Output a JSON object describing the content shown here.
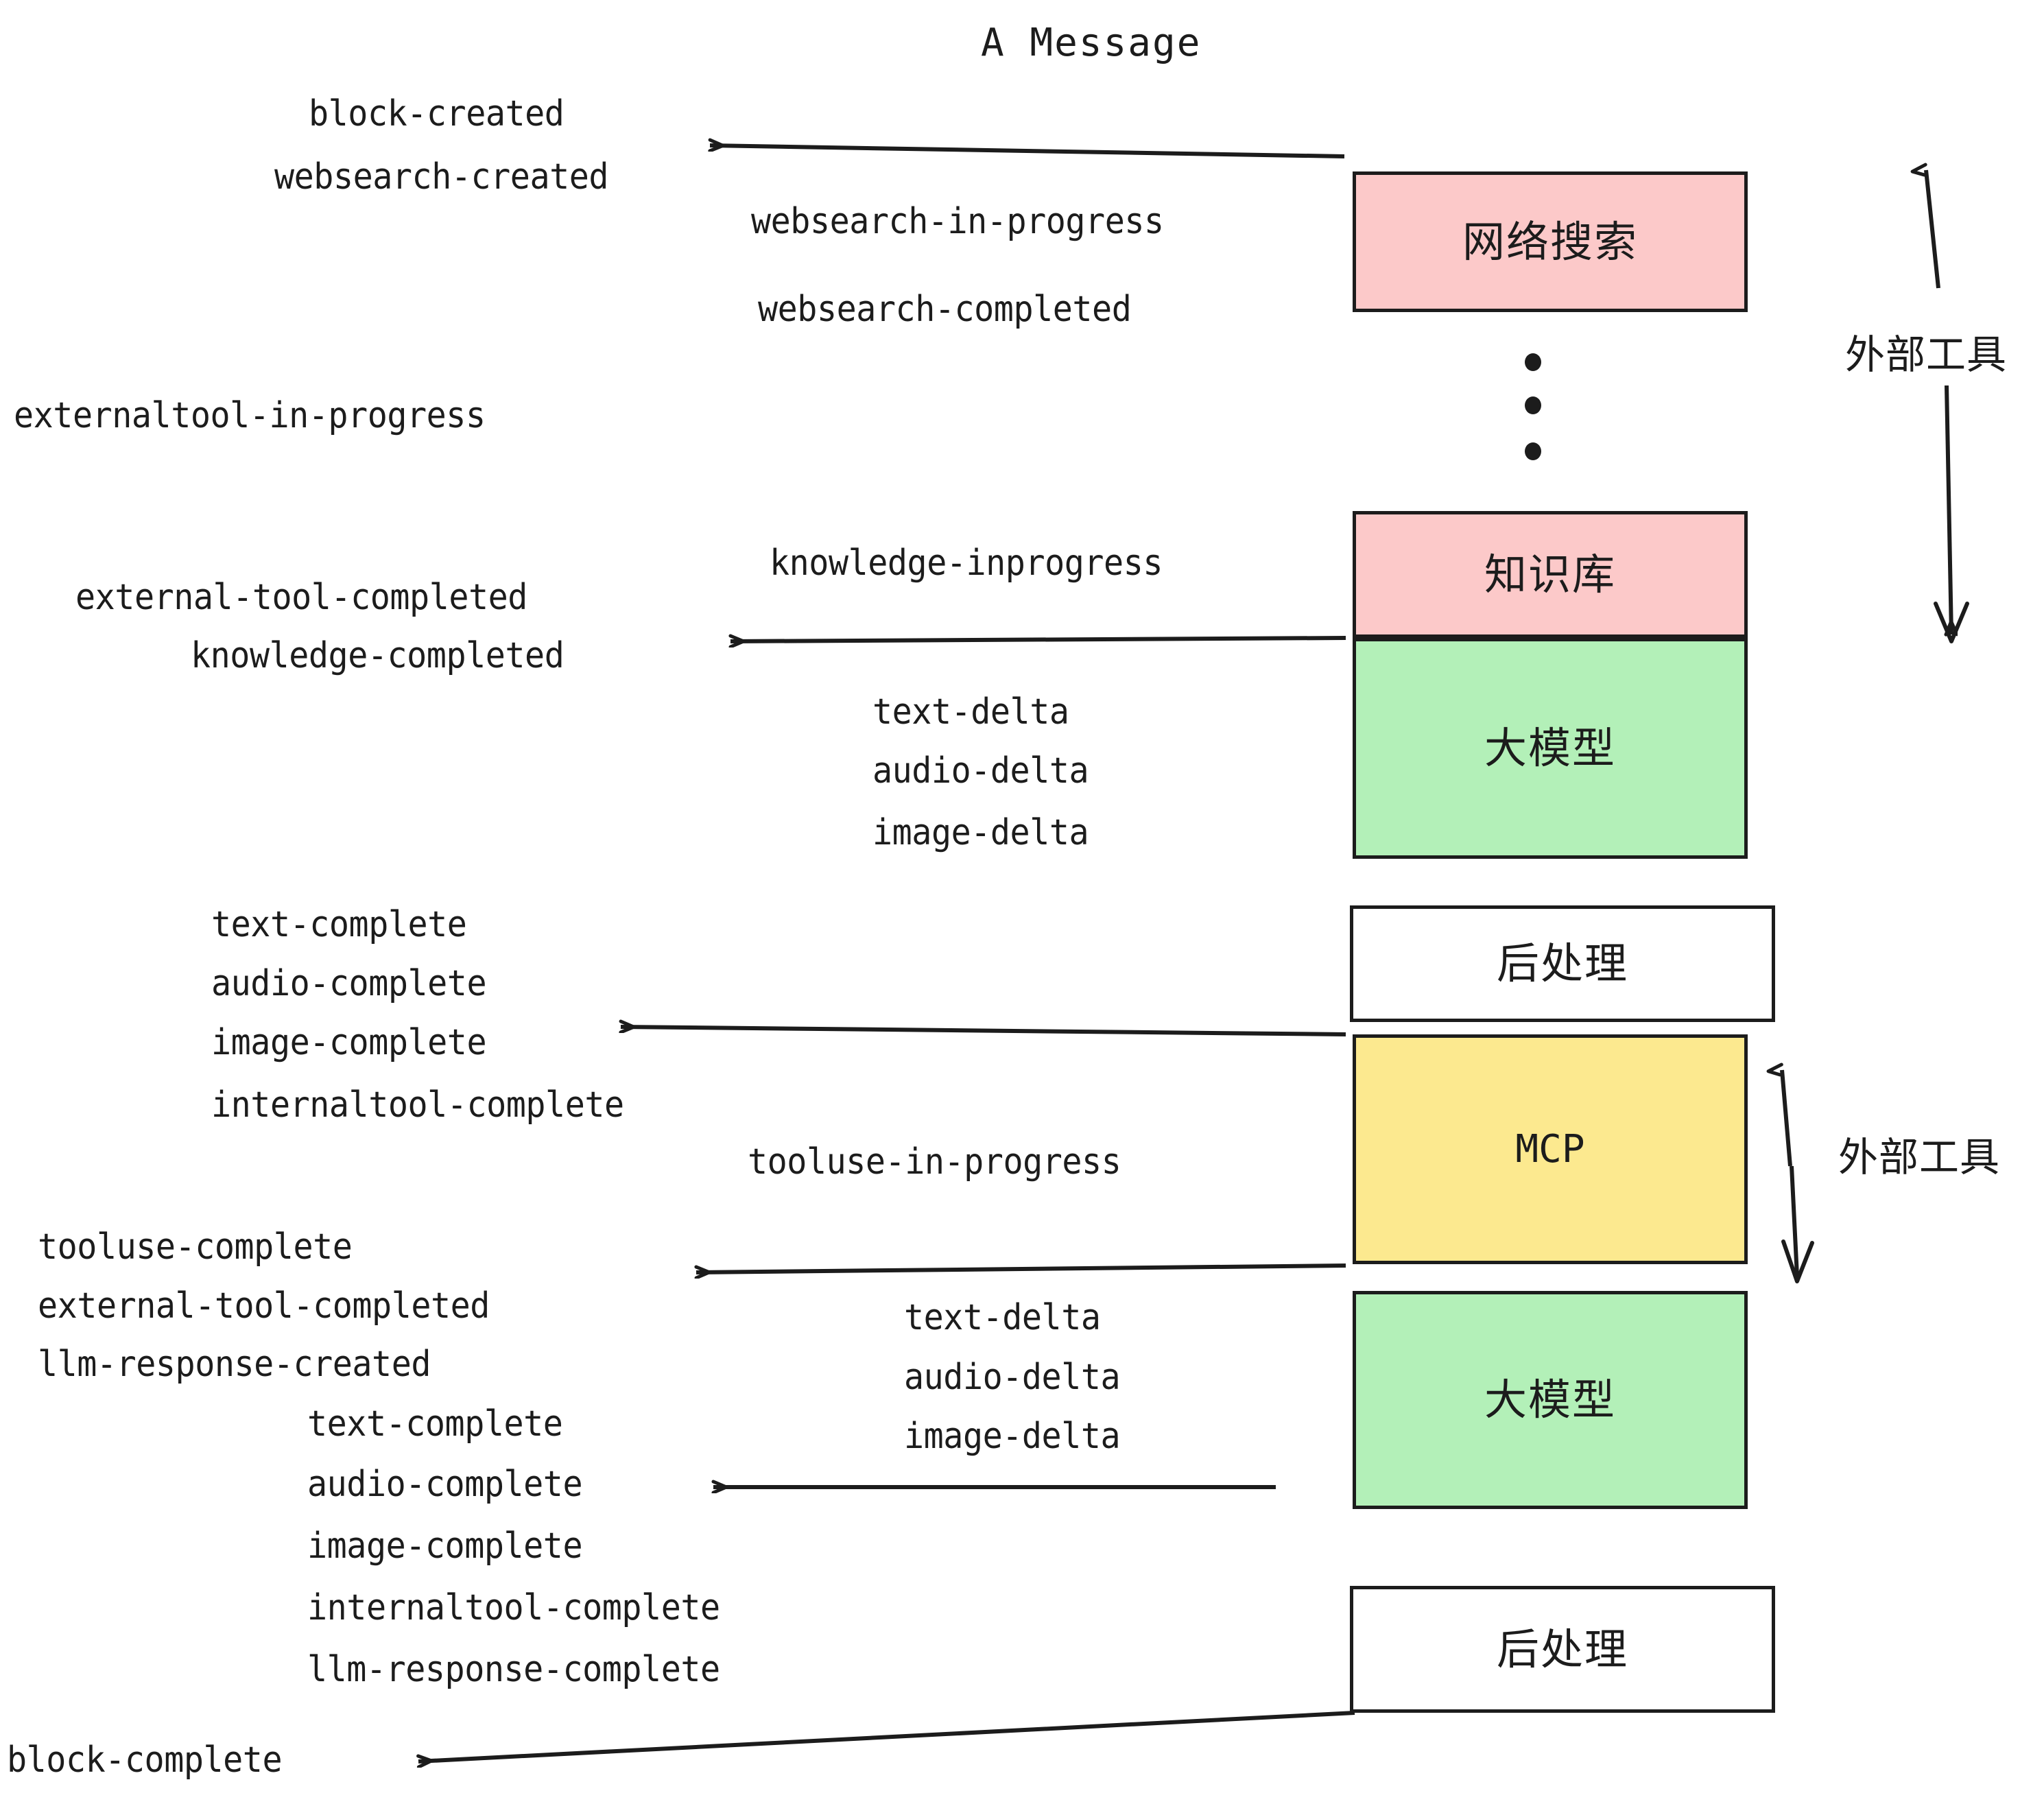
{
  "title": "A Message",
  "colors": {
    "pink": "#FCC9C9",
    "green": "#B3F0B8",
    "yellow": "#FCE98F",
    "white": "#FFFFFF",
    "stroke": "#1C1C1C",
    "background": "#FFFFFF"
  },
  "boxes": {
    "websearch": "网络搜索",
    "knowledge": "知识库",
    "llm_first": "大模型",
    "postprocess_first": "后处理",
    "mcp": "MCP",
    "llm_second": "大模型",
    "postprocess_second": "后处理"
  },
  "side_labels": {
    "external_tool_top": "外部工具",
    "external_tool_bottom": "外部工具"
  },
  "events": {
    "block_created": "block-created",
    "websearch_created": "websearch-created",
    "websearch_in_progress": "websearch-in-progress",
    "websearch_completed": "websearch-completed",
    "externaltool_in_progress": "externaltool-in-progress",
    "knowledge_inprogress": "knowledge-inprogress",
    "external_tool_completed_1": "external-tool-completed",
    "knowledge_completed": "knowledge-completed",
    "text_delta_1": "text-delta",
    "audio_delta_1": "audio-delta",
    "image_delta_1": "image-delta",
    "text_complete_1": "text-complete",
    "audio_complete_1": "audio-complete",
    "image_complete_1": "image-complete",
    "internaltool_complete_1": "internaltool-complete",
    "tooluse_in_progress": "tooluse-in-progress",
    "tooluse_complete": "tooluse-complete",
    "external_tool_completed_2": "external-tool-completed",
    "llm_response_created": "llm-response-created",
    "text_delta_2": "text-delta",
    "audio_delta_2": "audio-delta",
    "image_delta_2": "image-delta",
    "text_complete_2": "text-complete",
    "audio_complete_2": "audio-complete",
    "image_complete_2": "image-complete",
    "internaltool_complete_2": "internaltool-complete",
    "llm_response_complete": "llm-response-complete",
    "block_complete": "block-complete"
  },
  "dots": {
    "ellipsis_marker": "vertical-ellipsis"
  }
}
